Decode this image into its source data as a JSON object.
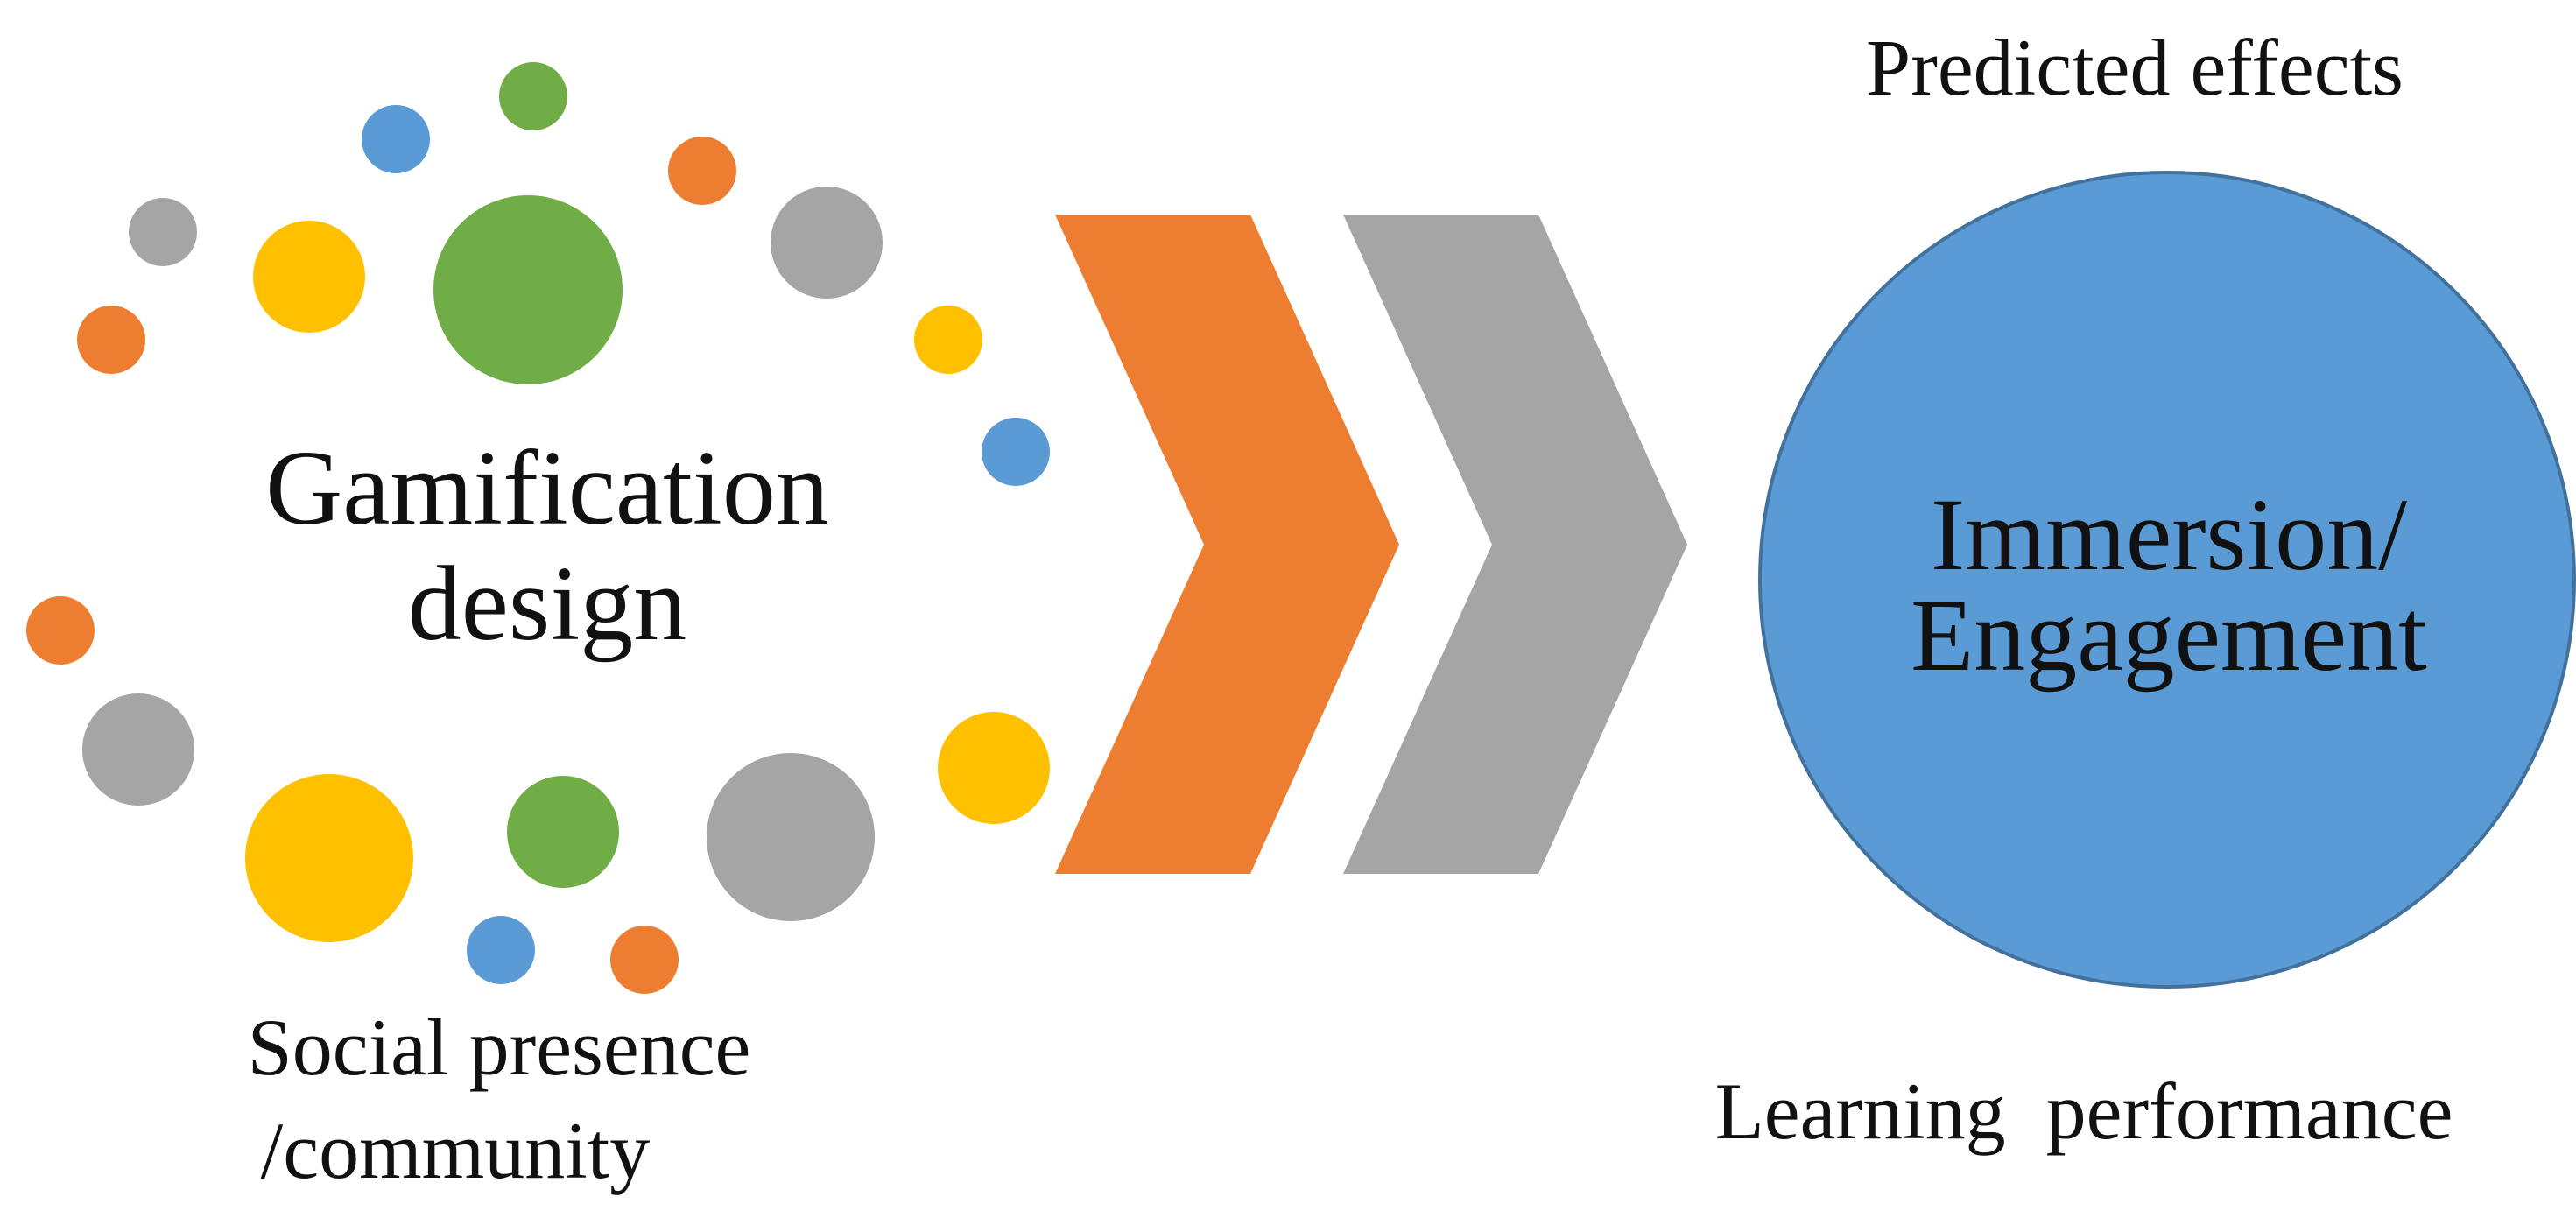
{
  "diagram": {
    "predicted_effects_label": "Predicted effects",
    "gamification_line1": "Gamification",
    "gamification_line2": "design",
    "social_line1": "Social presence",
    "social_line2": "/community",
    "engagement_line1": "Immersion/",
    "engagement_line2": "Engagement",
    "learning_label": "Learning  performance"
  },
  "colors": {
    "orange": "#ed7d31",
    "gray": "#a5a5a5",
    "yellow": "#ffc000",
    "green": "#70ad47",
    "blue": "#5b9bd5",
    "circle_outline": "#41719c",
    "text": "#111111"
  }
}
